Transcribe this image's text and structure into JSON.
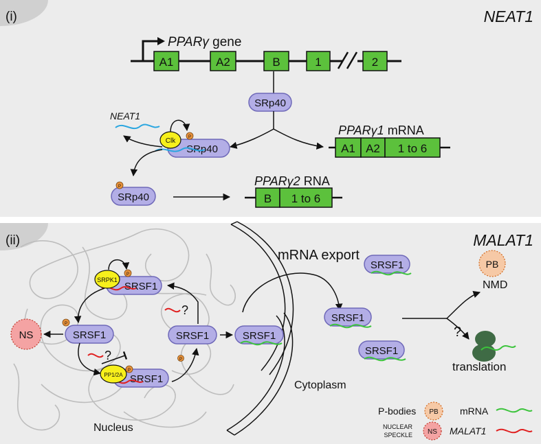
{
  "panel_i": {
    "label": "(i)",
    "title": "NEAT1",
    "gene_label": "PPARγ",
    "gene_suffix": " gene",
    "exons": [
      "A1",
      "A2",
      "B",
      "1",
      "2"
    ],
    "srp40": "SRp40",
    "clk": "Clk",
    "phospho": "P",
    "neat1_rna": "NEAT1",
    "mrna1_name": "PPARγ1",
    "mrna1_suffix": " mRNA",
    "mrna1_boxes": [
      "A1",
      "A2",
      "1 to 6"
    ],
    "mrna2_name": "PPARγ2",
    "mrna2_suffix": " RNA",
    "mrna2_boxes": [
      "B",
      "1 to 6"
    ]
  },
  "panel_ii": {
    "label": "(ii)",
    "title": "MALAT1",
    "mrna_export": "mRNA export",
    "srsf1": "SRSF1",
    "srpk1": "SRPK1",
    "pp12a": "PP1/2A",
    "ns": "NS",
    "pb": "PB",
    "question": "?",
    "nmd": "NMD",
    "translation": "translation",
    "cytoplasm": "Cytoplasm",
    "nucleus": "Nucleus",
    "legend": {
      "pbodies": "P-bodies",
      "pb_symbol": "PB",
      "nuclear": "NUCLEAR",
      "speckle": "SPECKLE",
      "ns_symbol": "NS",
      "mrna": "mRNA",
      "malat1": "MALAT1"
    }
  },
  "colors": {
    "panel_bg": "#ececec",
    "exon_green": "#5cc13c",
    "protein_purple": "#b3aee6",
    "protein_stroke": "#6e68b8",
    "kinase_yellow": "#f7f01c",
    "phospho_orange": "#e8913a",
    "ns_pink": "#f4a3a3",
    "pb_peach": "#f6c9a6",
    "rna_blue": "#2aa6e0",
    "rna_green": "#3cc43c",
    "rna_red": "#e02020",
    "ribosome": "#3f6b45"
  }
}
